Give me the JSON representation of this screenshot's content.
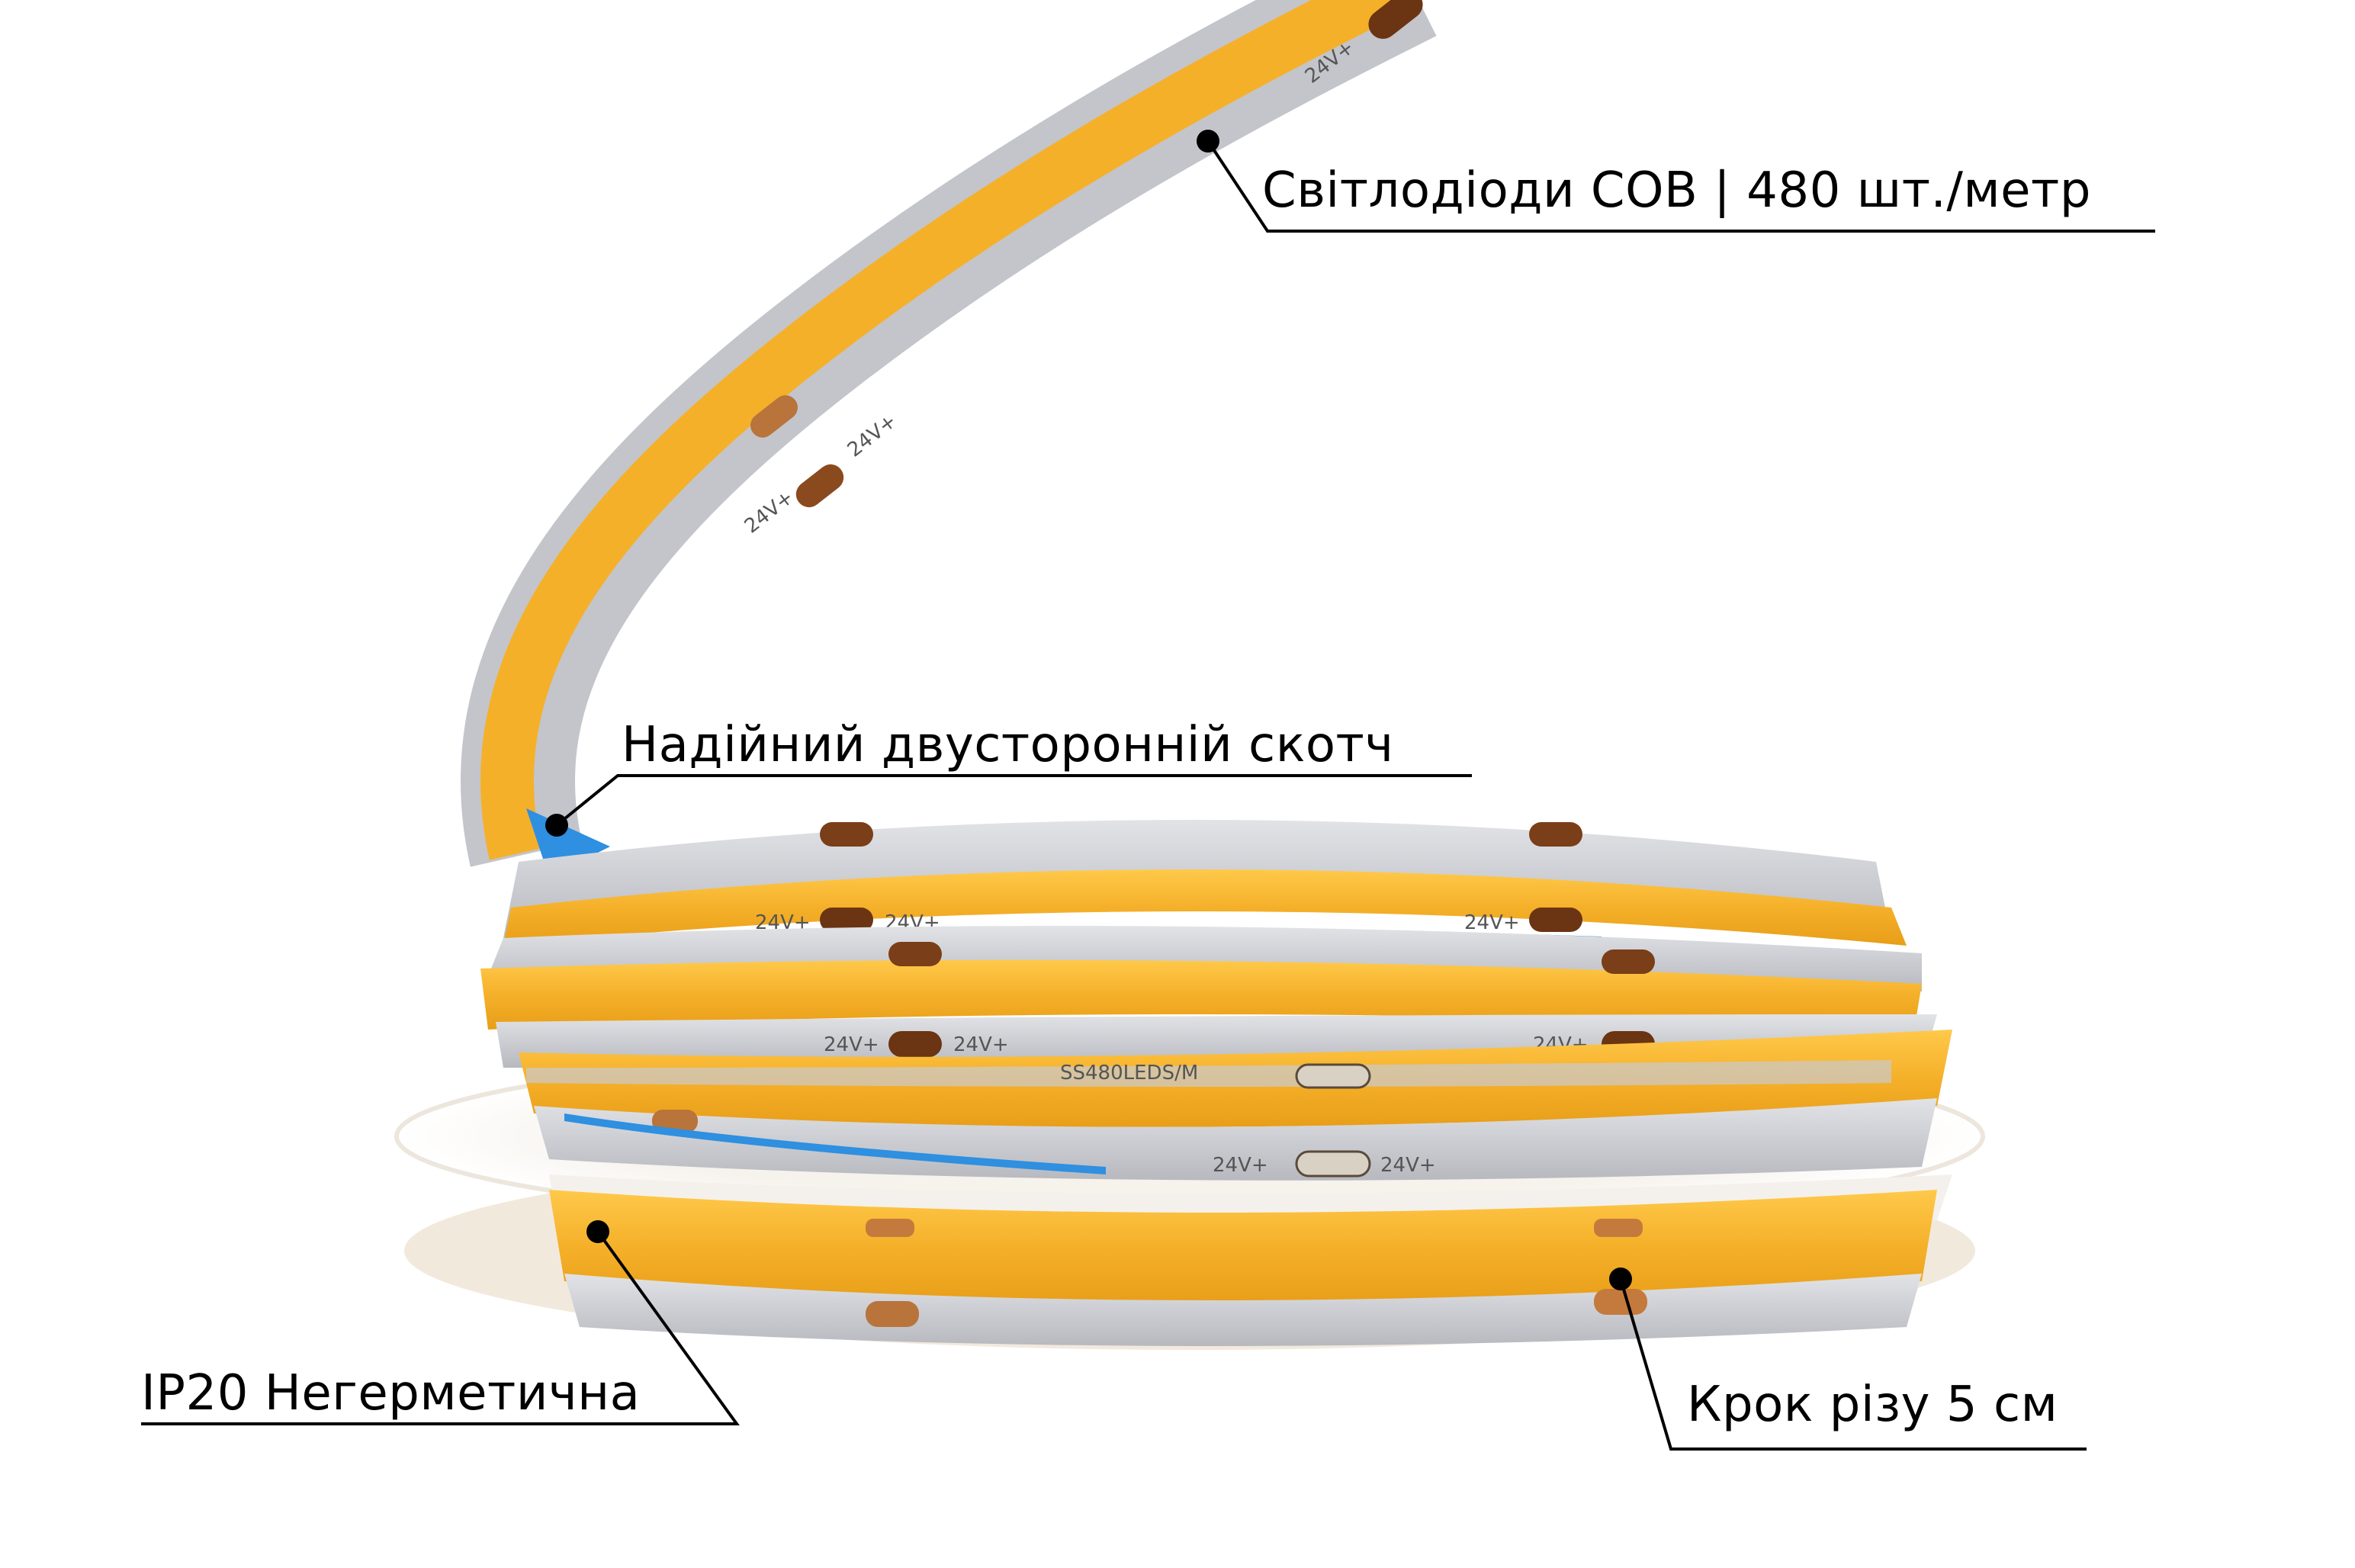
{
  "image": {
    "description": "COB LED strip coil product photo with feature callouts",
    "background_color": "#ffffff"
  },
  "colors": {
    "cob_phosphor": "#f5b02a",
    "cob_phosphor_light": "#ffc94a",
    "pcb_edge": "#c9cbd0",
    "pcb_edge_dark": "#a9abb2",
    "solder_pad": "#8a4a1e",
    "solder_pad_light": "#c47a3c",
    "adhesive_tape": "#2f8fe0",
    "reel": "#f3efe9",
    "callout_line": "#000000"
  },
  "strip_markings": {
    "voltage_label": "24V+",
    "model_label": "SS480LEDS/M",
    "pad_sign_minus": "-"
  },
  "callouts": [
    {
      "id": "cob-leds",
      "text": "Світлодіоди СОВ | 480 шт./метр"
    },
    {
      "id": "double-sided-tape",
      "text": "Надійний двусторонній скотч"
    },
    {
      "id": "ip-rating",
      "text": "IP20 Негерметична"
    },
    {
      "id": "cut-step",
      "text": "Крок різу 5 см"
    }
  ]
}
